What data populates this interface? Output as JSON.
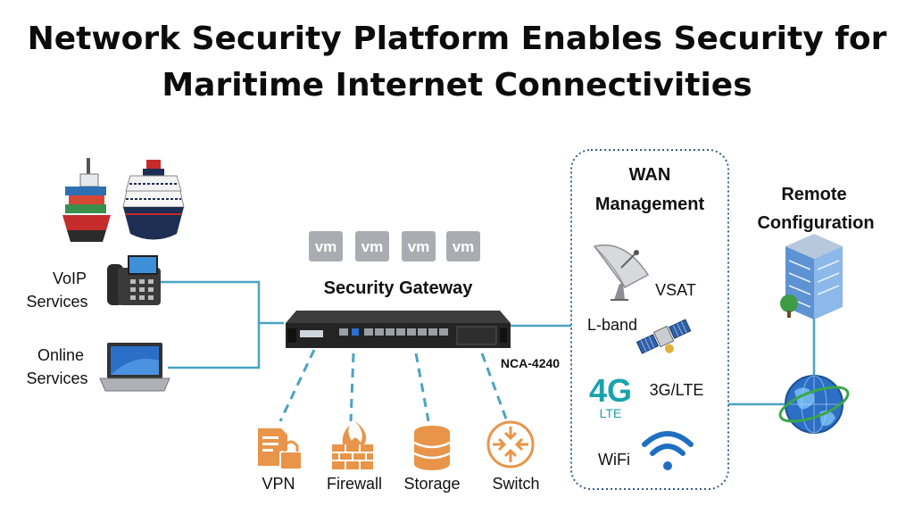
{
  "title": {
    "line1": "Network Security Platform Enables Security for",
    "line2": "Maritime Internet Connectivities"
  },
  "left": {
    "voip_line1": "VoIP",
    "voip_line2": "Services",
    "online_line1": "Online",
    "online_line2": "Services"
  },
  "gateway": {
    "label": "Security Gateway",
    "model": "NCA-4240",
    "vm_labels": [
      "vm",
      "vm",
      "vm",
      "vm"
    ]
  },
  "functions": [
    "VPN",
    "Firewall",
    "Storage",
    "Switch"
  ],
  "wan": {
    "title_line1": "WAN",
    "title_line2": "Management",
    "vsat": "VSAT",
    "lband": "L-band",
    "lte_big": "4G",
    "lte_small": "LTE",
    "lte_label": "3G/LTE",
    "wifi": "WiFi"
  },
  "remote": {
    "line1": "Remote",
    "line2": "Configuration"
  },
  "colors": {
    "connector": "#4aa3c4",
    "orange": "#e8954a",
    "vm_box": "#a9adb2",
    "wan_border": "#3a5f86",
    "teal": "#1aa2ad"
  },
  "icons": [
    "cargo-ship-icon",
    "cruise-ship-icon",
    "desk-phone-icon",
    "laptop-icon",
    "vpn-icon",
    "firewall-icon",
    "storage-icon",
    "switch-icon",
    "satellite-dish-icon",
    "satellite-icon",
    "wifi-icon",
    "building-icon",
    "globe-icon"
  ]
}
